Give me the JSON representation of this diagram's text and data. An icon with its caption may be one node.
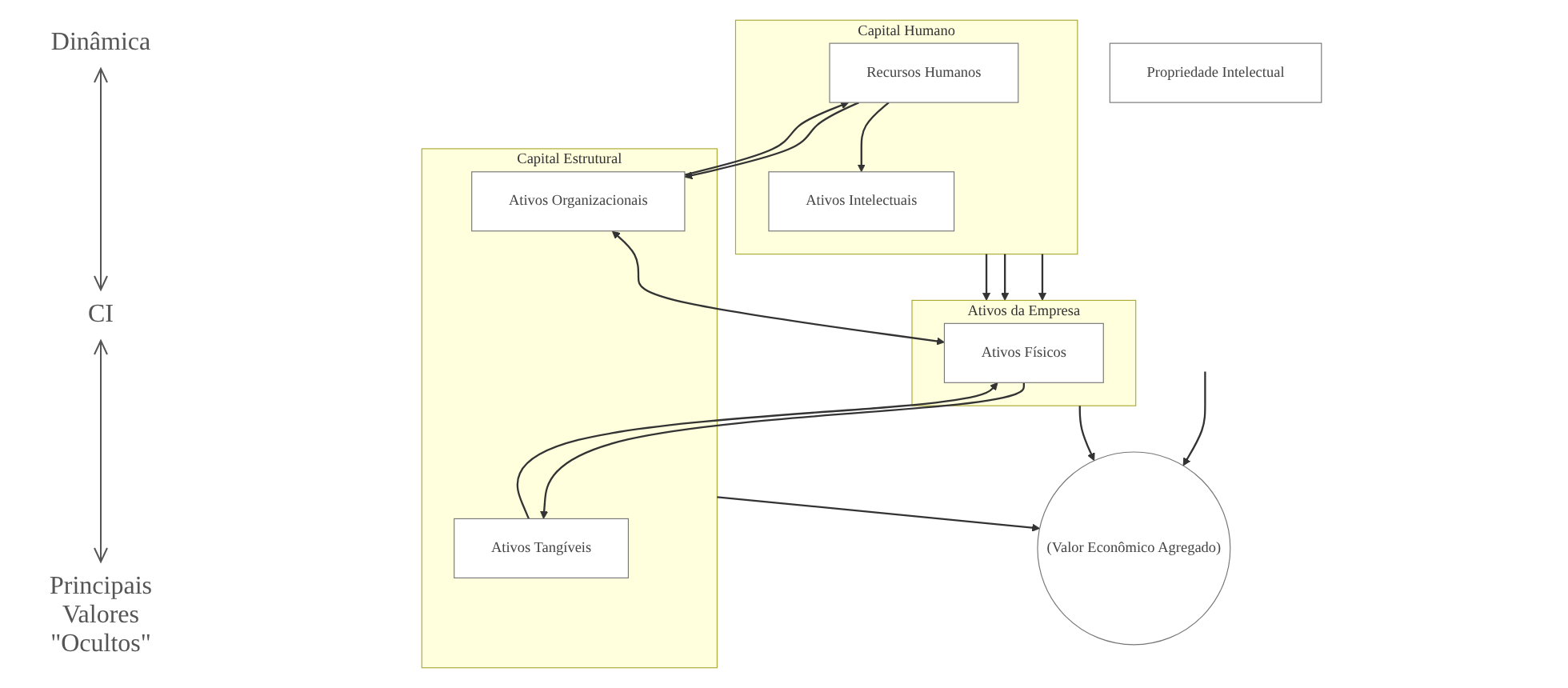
{
  "diagram": {
    "nodes": [
      {
        "text": [
          "Capital Humano"
        ]
      },
      {
        "text": [
          "Recursos Humanos"
        ],
        "in": 0
      },
      {
        "text": [
          "Ativos Intelectuais"
        ],
        "in": 0
      },
      {
        "text": [
          "Ativos da Empresa"
        ]
      },
      {
        "text": [
          "Ativos Físicos"
        ],
        "in": 3
      },
      {
        "text": [
          "Propriedade Intelectual"
        ]
      },
      {
        "text": [
          "Capital Estrutural"
        ]
      },
      {
        "text": [
          "Ativos Organizacionais"
        ],
        "in": 6
      },
      {
        "text": [
          "Ativos Tangíveis"
        ],
        "in": 6
      },
      {
        "text": [
          "(Valor Econômico Agregado)"
        ]
      }
    ],
    "edges": [
      {
        "from": 1,
        "to": 2,
        "arrow": "to"
      },
      {
        "from": 0,
        "to": 3,
        "arrow": "to"
      },
      {
        "from": 0,
        "to": 3,
        "arrow": "to"
      },
      {
        "from": 0,
        "to": 3,
        "arrow": "to"
      },
      {
        "from": 1,
        "to": 7,
        "arrow": "to"
      },
      {
        "from": 7,
        "to": 1,
        "arrow": "to"
      },
      {
        "from": 7,
        "to": 4,
        "arrow": "both"
      },
      {
        "from": 4,
        "to": 8,
        "arrow": "to"
      },
      {
        "from": 8,
        "to": 4,
        "arrow": "to"
      },
      {
        "from": 3,
        "to": 9,
        "arrow": "to"
      },
      {
        "from": 6,
        "to": 9,
        "arrow": "to"
      },
      {
        "from": null,
        "to": 9,
        "arrow": "to"
      }
    ],
    "labels": [
      "Dinâmica",
      "CI",
      "Principais Valores \"Ocultos\""
    ]
  }
}
